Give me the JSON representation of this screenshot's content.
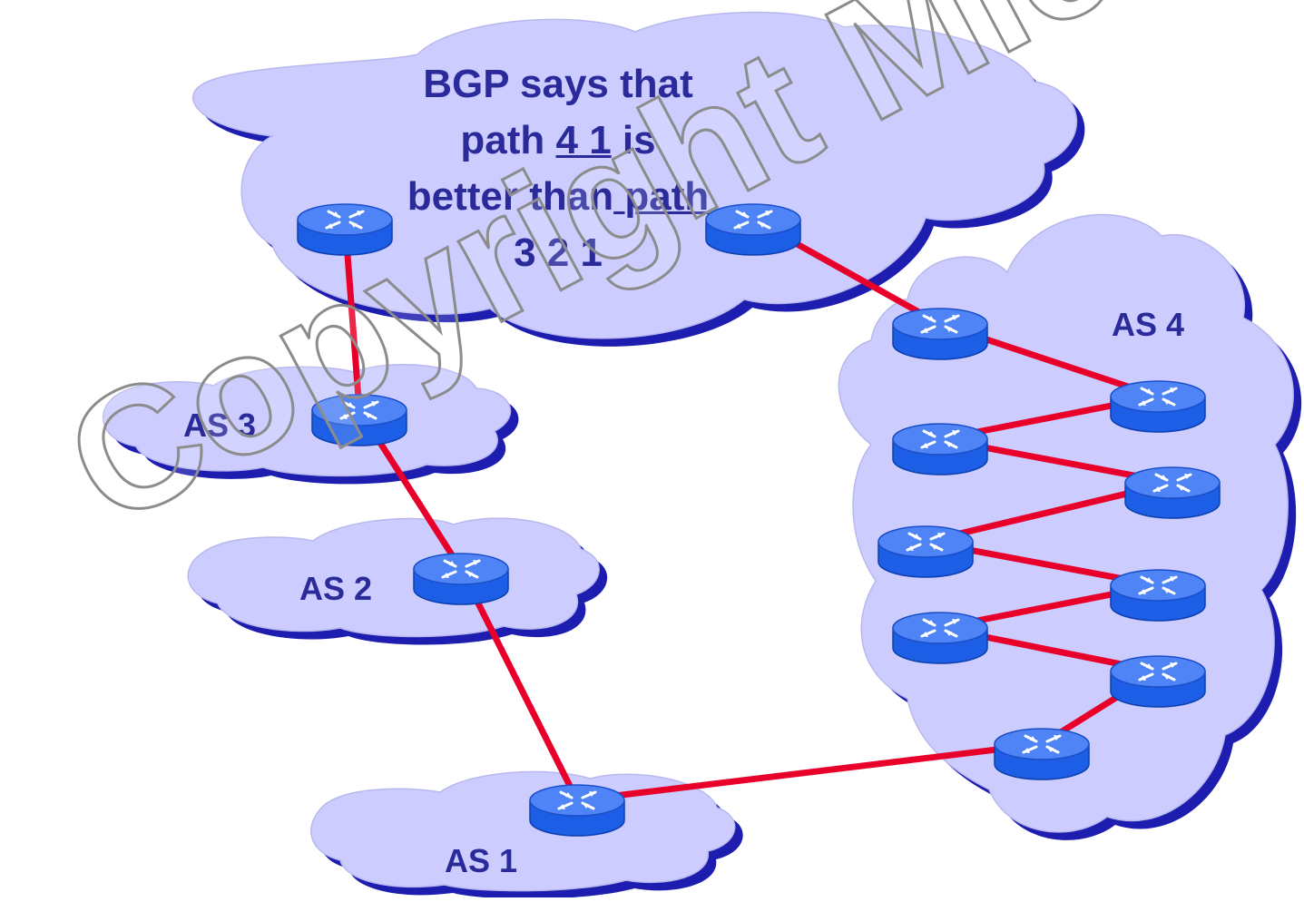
{
  "colors": {
    "cloud_fill": "#ccccff",
    "cloud_shadow": "#1d1db0",
    "link": "#e8002b",
    "router_top": "#4f84f6",
    "router_body": "#1c5fe6",
    "label_text": "#2a2a9a",
    "watermark_stroke": "#8c8c8c"
  },
  "labels": {
    "as1": "AS 1",
    "as2": "AS 2",
    "as3": "AS 3",
    "as4": "AS 4"
  },
  "claim": {
    "line1": "BGP says that",
    "line2_pre": "path ",
    "line2_u": "4 1",
    "line2_post": " is",
    "line3_pre": "better than",
    "line3_u": " path",
    "line4": "3 2 1"
  },
  "watermark": "Copyright Michael Ti Person",
  "icons": {
    "router": "router-icon",
    "cloud": "cloud-shape"
  }
}
